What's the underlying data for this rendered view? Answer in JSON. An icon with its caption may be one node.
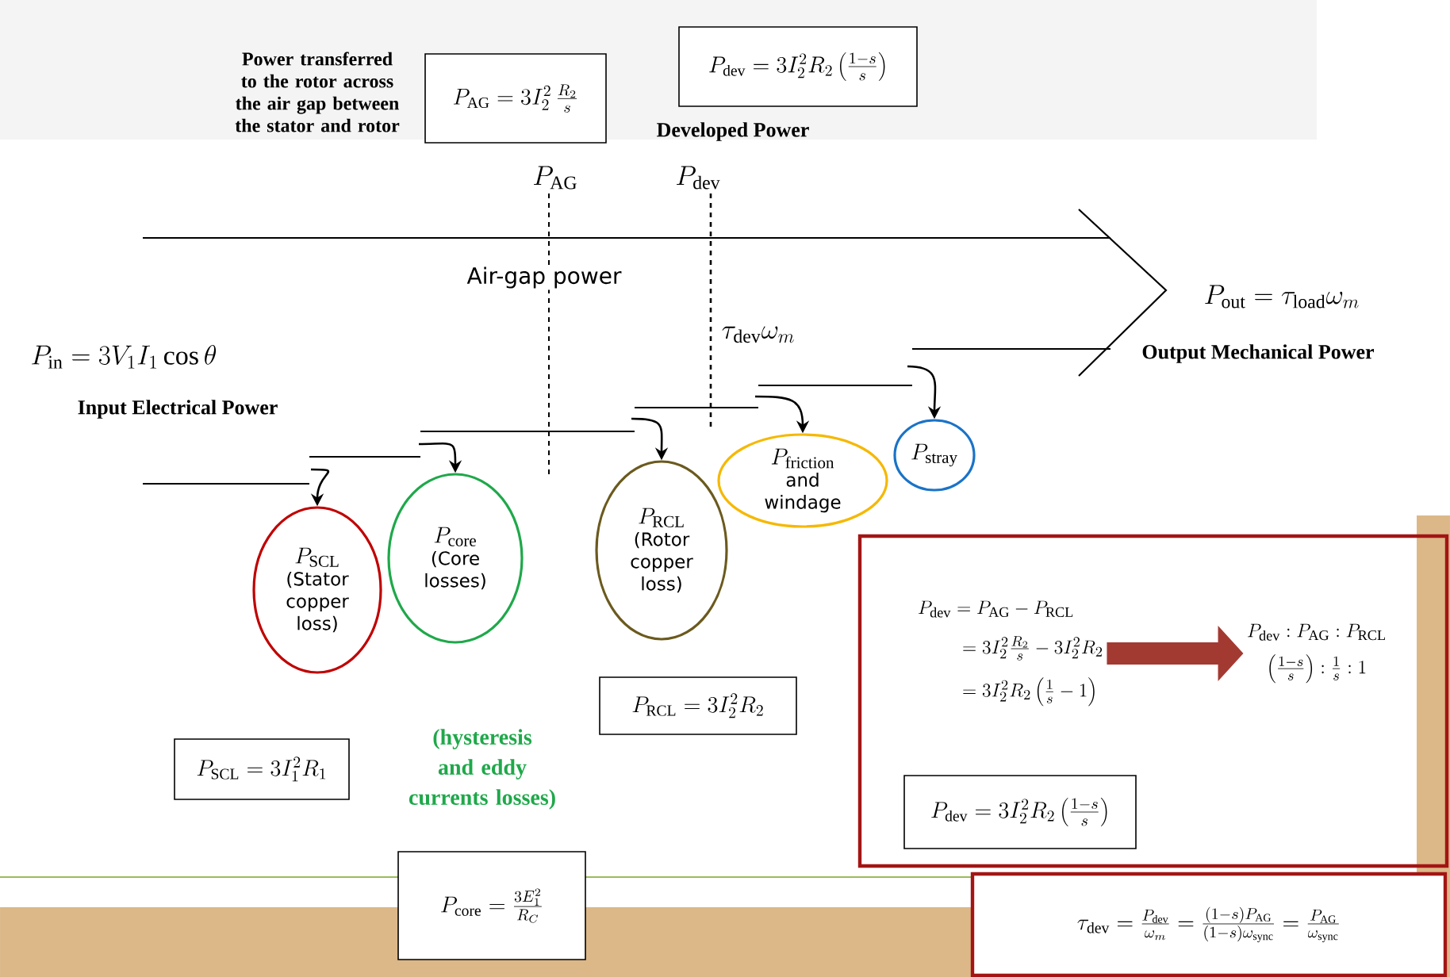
{
  "diagram": {
    "nodes": [
      {
        "text": [
          "P_{\\mathrm{AG}} = 3I_2^2\\,\\frac{R_2}{s}"
        ],
        "beside": [
          "Power transferred to the rotor across the air gap between the stator and rotor"
        ]
      },
      {
        "text": [
          "P_{\\mathrm{dev}} = 3I_2^2R_2\\left(\\frac{1-s}{s}\\right)"
        ],
        "beside": [
          "Developed Power"
        ]
      },
      {
        "text": [
          "P_{\\mathrm{SCL}}",
          "(Stator copper loss)"
        ]
      },
      {
        "text": [
          "P_{\\mathrm{core}}",
          "(Core losses)"
        ]
      },
      {
        "text": [
          "P_{\\mathrm{RCL}}",
          "(Rotor copper loss)"
        ]
      },
      {
        "text": [
          "P_{\\mathrm{friction}}",
          "and windage"
        ]
      },
      {
        "text": [
          "P_{\\mathrm{stray}}"
        ]
      },
      {
        "text": [
          "P_{\\mathrm{SCL}} = 3I_1^2R_1"
        ]
      },
      {
        "text": [
          "P_{\\mathrm{core}} = \\frac{3E_1^2}{R_C}"
        ]
      },
      {
        "text": [
          "P_{\\mathrm{RCL}} = 3I_2^2R_2"
        ]
      },
      {
        "text": [],
        "shape": "box"
      },
      {
        "text": [
          "P_{\\mathrm{dev}} = P_{\\mathrm{AG}} - P_{\\mathrm{RCL}}",
          "= 3I_2^2\\frac{R_2}{s} - 3I_2^2R_2",
          "= 3I_2^2R_2\\left(\\frac{1}{s}-1\\right)"
        ],
        "in": 10
      },
      {
        "text": [
          "P_{\\mathrm{dev}} = 3I_2^2R_2\\left(\\frac{1-s}{s}\\right)"
        ],
        "in": 10
      },
      {
        "text": [
          "P_{\\mathrm{dev}} : P_{\\mathrm{AG}} : P_{\\mathrm{RCL}}",
          "\\left(\\frac{1-s}{s}\\right) : \\frac{1}{s} : 1"
        ],
        "in": 10
      },
      {
        "text": [
          "\\tau_{\\mathrm{dev}} = \\frac{P_{\\mathrm{dev}}}{\\omega_m} = \\frac{(1-s)P_{\\mathrm{AG}}}{(1-s)\\omega_{\\mathrm{sync}}} = \\frac{P_{\\mathrm{AG}}}{\\omega_{\\mathrm{sync}}}"
        ]
      }
    ],
    "edges": [
      {
        "from": null,
        "to": 2,
        "arrow": "to"
      },
      {
        "from": null,
        "to": 3,
        "arrow": "to"
      },
      {
        "from": null,
        "to": 4,
        "arrow": "to"
      },
      {
        "from": null,
        "to": 5,
        "arrow": "to"
      },
      {
        "from": null,
        "to": 6,
        "arrow": "to"
      },
      {
        "from": 11,
        "to": 13,
        "arrow": "to",
        "style": "thick",
        "color": "#a33a32"
      }
    ],
    "labels": [
      "P_{\\mathrm{AG}}",
      "P_{\\mathrm{dev}}",
      "Air-gap power",
      "P_{\\mathrm{in}} = 3V_1I_1\\cos\\theta",
      "Input Electrical Power",
      "\\tau_{\\mathrm{dev}}\\omega_m",
      "P_{\\mathrm{out}} = \\tau_{\\mathrm{load}}\\omega_m",
      "Output Mechanical Power",
      "(hysteresis and eddy currents losses)"
    ]
  }
}
